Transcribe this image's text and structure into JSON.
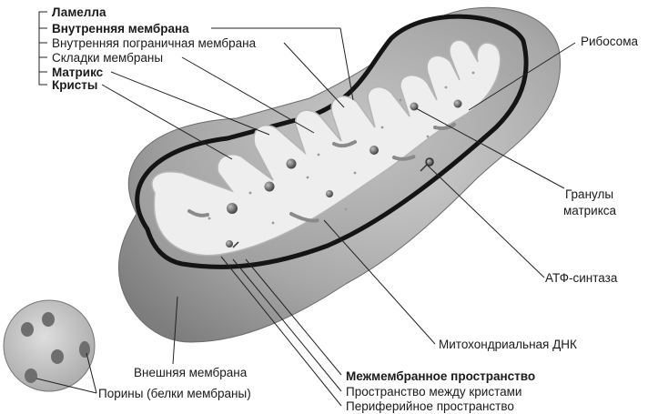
{
  "labels": {
    "lamella": "Ламелла",
    "inner_membrane": "Внутренняя мембрана",
    "inner_boundary_membrane": "Внутренняя пограничная мембрана",
    "membrane_folds": "Складки мембраны",
    "matrix": "Матрикс",
    "cristae": "Кристы",
    "ribosome": "Рибосома",
    "matrix_granules_line1": "Гранулы",
    "matrix_granules_line2": "матрикса",
    "atp_synthase": "АТФ-синтаза",
    "mito_dna": "Митохондриальная ДНК",
    "outer_membrane": "Внешняя мембрана",
    "porins": "Порины (белки мембраны)",
    "intermembrane_space": "Межмембранное пространство",
    "intercristal_space": "Пространство между кристами",
    "peripheral_space": "Периферийное пространство"
  },
  "colors": {
    "outer_body": "#8c8c8c",
    "intermembrane": "#b4b4b4",
    "inner_membrane": "#1a1a1a",
    "matrix_fill": "#efefef",
    "granule": "#5a5a5a",
    "porin_disc": "#c6c6c6",
    "porin_spot": "#6e6e6e"
  }
}
